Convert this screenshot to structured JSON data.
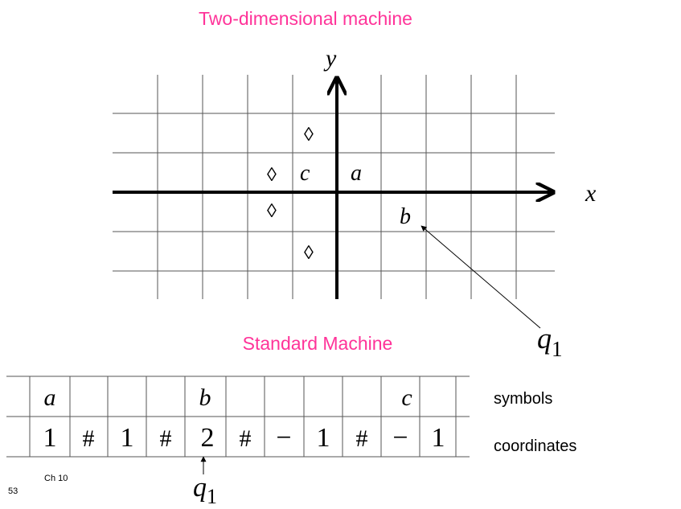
{
  "titles": {
    "top": "Two-dimensional machine",
    "bottom": "Standard Machine"
  },
  "grid": {
    "axis_x_label": "x",
    "axis_y_label": "y",
    "cell_symbols": {
      "c": "c",
      "a": "a",
      "b": "b",
      "diamond": "◊"
    },
    "head_label": "q",
    "head_subscript": "1"
  },
  "tape": {
    "row_labels": {
      "symbols": "symbols",
      "coordinates": "coordinates"
    },
    "symbols": [
      "a",
      "",
      "",
      "",
      "b",
      "",
      "",
      "",
      "",
      "c",
      ""
    ],
    "coordinates": [
      "1",
      "#",
      "1",
      "#",
      "2",
      "#",
      "−",
      "1",
      "#",
      "−",
      "1"
    ],
    "head_label": "q",
    "head_subscript": "1"
  },
  "footer": {
    "slide_number": "53",
    "chapter": "Ch 10"
  }
}
